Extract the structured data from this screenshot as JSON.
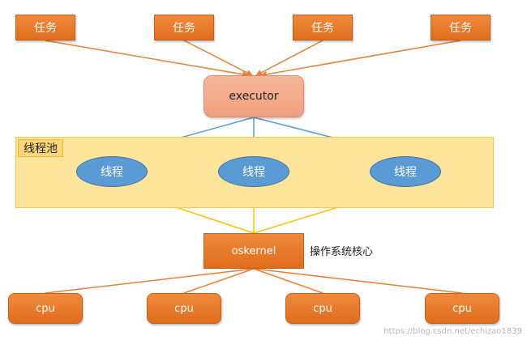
{
  "tasks": [
    "任务",
    "任务",
    "任务",
    "任务"
  ],
  "executor": "executor",
  "pool_label": "线程池",
  "threads": [
    "线程",
    "线程",
    "线程"
  ],
  "kernel": "oskernel",
  "kernel_note": "操作系统核心",
  "cpus": [
    "cpu",
    "cpu",
    "cpu",
    "cpu"
  ],
  "watermark": "https://blog.csdn.net/echizao1839",
  "colors": {
    "task_orange": "#e97825",
    "executor_salmon": "#f4a987",
    "thread_blue": "#5b9bd5",
    "pool_yellow": "#fde49b",
    "arrow_orange": "#ed7d31",
    "arrow_blue": "#5b9bd5",
    "arrow_yellow": "#ffc000"
  }
}
